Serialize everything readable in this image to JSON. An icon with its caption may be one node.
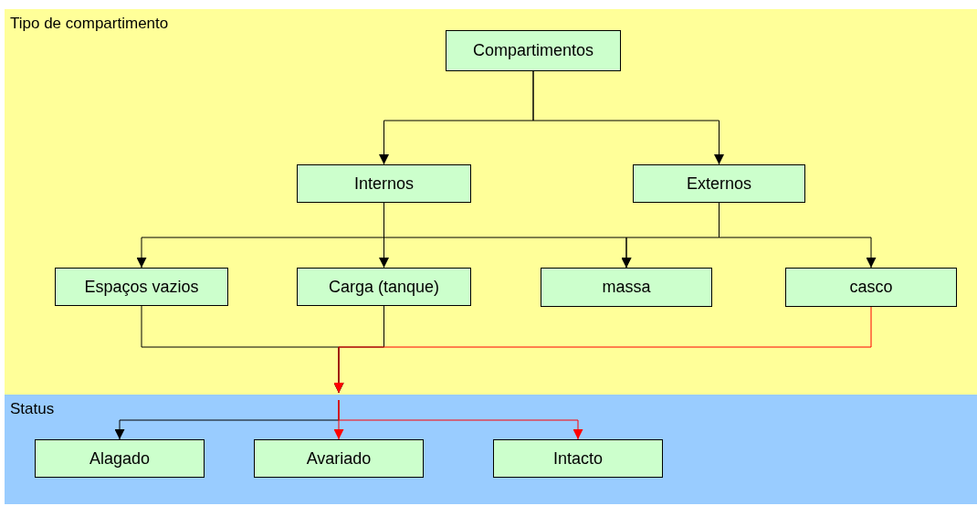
{
  "diagram": {
    "nodes": [
      {
        "text": [
          "Tipo de compartimento"
        ]
      },
      {
        "text": [
          "Compartimentos"
        ],
        "in": 0
      },
      {
        "text": [
          "Internos"
        ],
        "in": 0
      },
      {
        "text": [
          "Externos"
        ],
        "in": 0
      },
      {
        "text": [
          "Espaços vazios"
        ],
        "in": 0
      },
      {
        "text": [
          "Carga (tanque)"
        ],
        "in": 0
      },
      {
        "text": [
          "massa"
        ],
        "in": 0
      },
      {
        "text": [
          "casco"
        ],
        "in": 0
      },
      {
        "text": [
          "Status"
        ]
      },
      {
        "text": [
          "Alagado"
        ],
        "in": 8
      },
      {
        "text": [
          "Avariado"
        ],
        "in": 8
      },
      {
        "text": [
          "Intacto"
        ],
        "in": 8
      }
    ],
    "edges": [
      {
        "from": 1,
        "to": 2,
        "arrow": "to"
      },
      {
        "from": 1,
        "to": 3,
        "arrow": "to"
      },
      {
        "from": 2,
        "to": 4,
        "arrow": "to"
      },
      {
        "from": 2,
        "to": 5,
        "arrow": "to"
      },
      {
        "from": 2,
        "to": 6,
        "arrow": "to"
      },
      {
        "from": 3,
        "to": 6,
        "arrow": "to"
      },
      {
        "from": 3,
        "to": 7,
        "arrow": "to"
      },
      {
        "from": 4,
        "to": 8,
        "arrow": "to"
      },
      {
        "from": 5,
        "to": 8,
        "arrow": "to"
      },
      {
        "from": 7,
        "to": 8,
        "arrow": "to",
        "color": "#ff0000"
      },
      {
        "from": 8,
        "to": 9,
        "arrow": "to"
      },
      {
        "from": 8,
        "to": 10,
        "arrow": "to",
        "color": "#ff0000"
      },
      {
        "from": 8,
        "to": 11,
        "arrow": "to",
        "color": "#ff0000"
      }
    ]
  }
}
